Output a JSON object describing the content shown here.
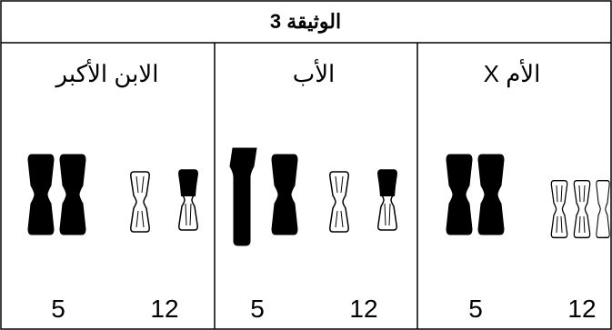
{
  "document": {
    "title": "الوثيقة 3",
    "columns": [
      {
        "label": "الابن الأكبر",
        "pairs": [
          "5",
          "12"
        ]
      },
      {
        "label": "الأب",
        "pairs": [
          "5",
          "12"
        ]
      },
      {
        "label": "الأم X",
        "pairs": [
          "5",
          "12"
        ]
      }
    ]
  },
  "colors": {
    "border": "#000000",
    "chromosome_dark": "#000000",
    "chromosome_light": "#ffffff"
  }
}
